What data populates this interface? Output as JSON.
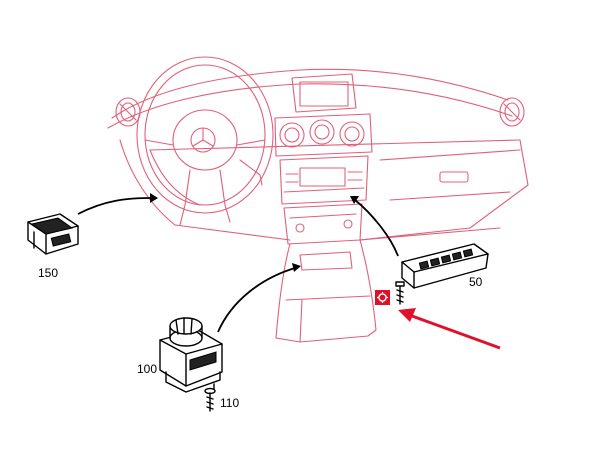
{
  "callouts": {
    "part_150": "150",
    "part_50": "50",
    "part_100": "100",
    "part_110": "110"
  },
  "colors": {
    "dashboard_line": "#e0607a",
    "part_line": "#000000",
    "highlight": "#e0102a"
  },
  "icons": {
    "highlight_marker": "gear-in-red-square-icon",
    "pointer": "red-arrow-icon"
  }
}
